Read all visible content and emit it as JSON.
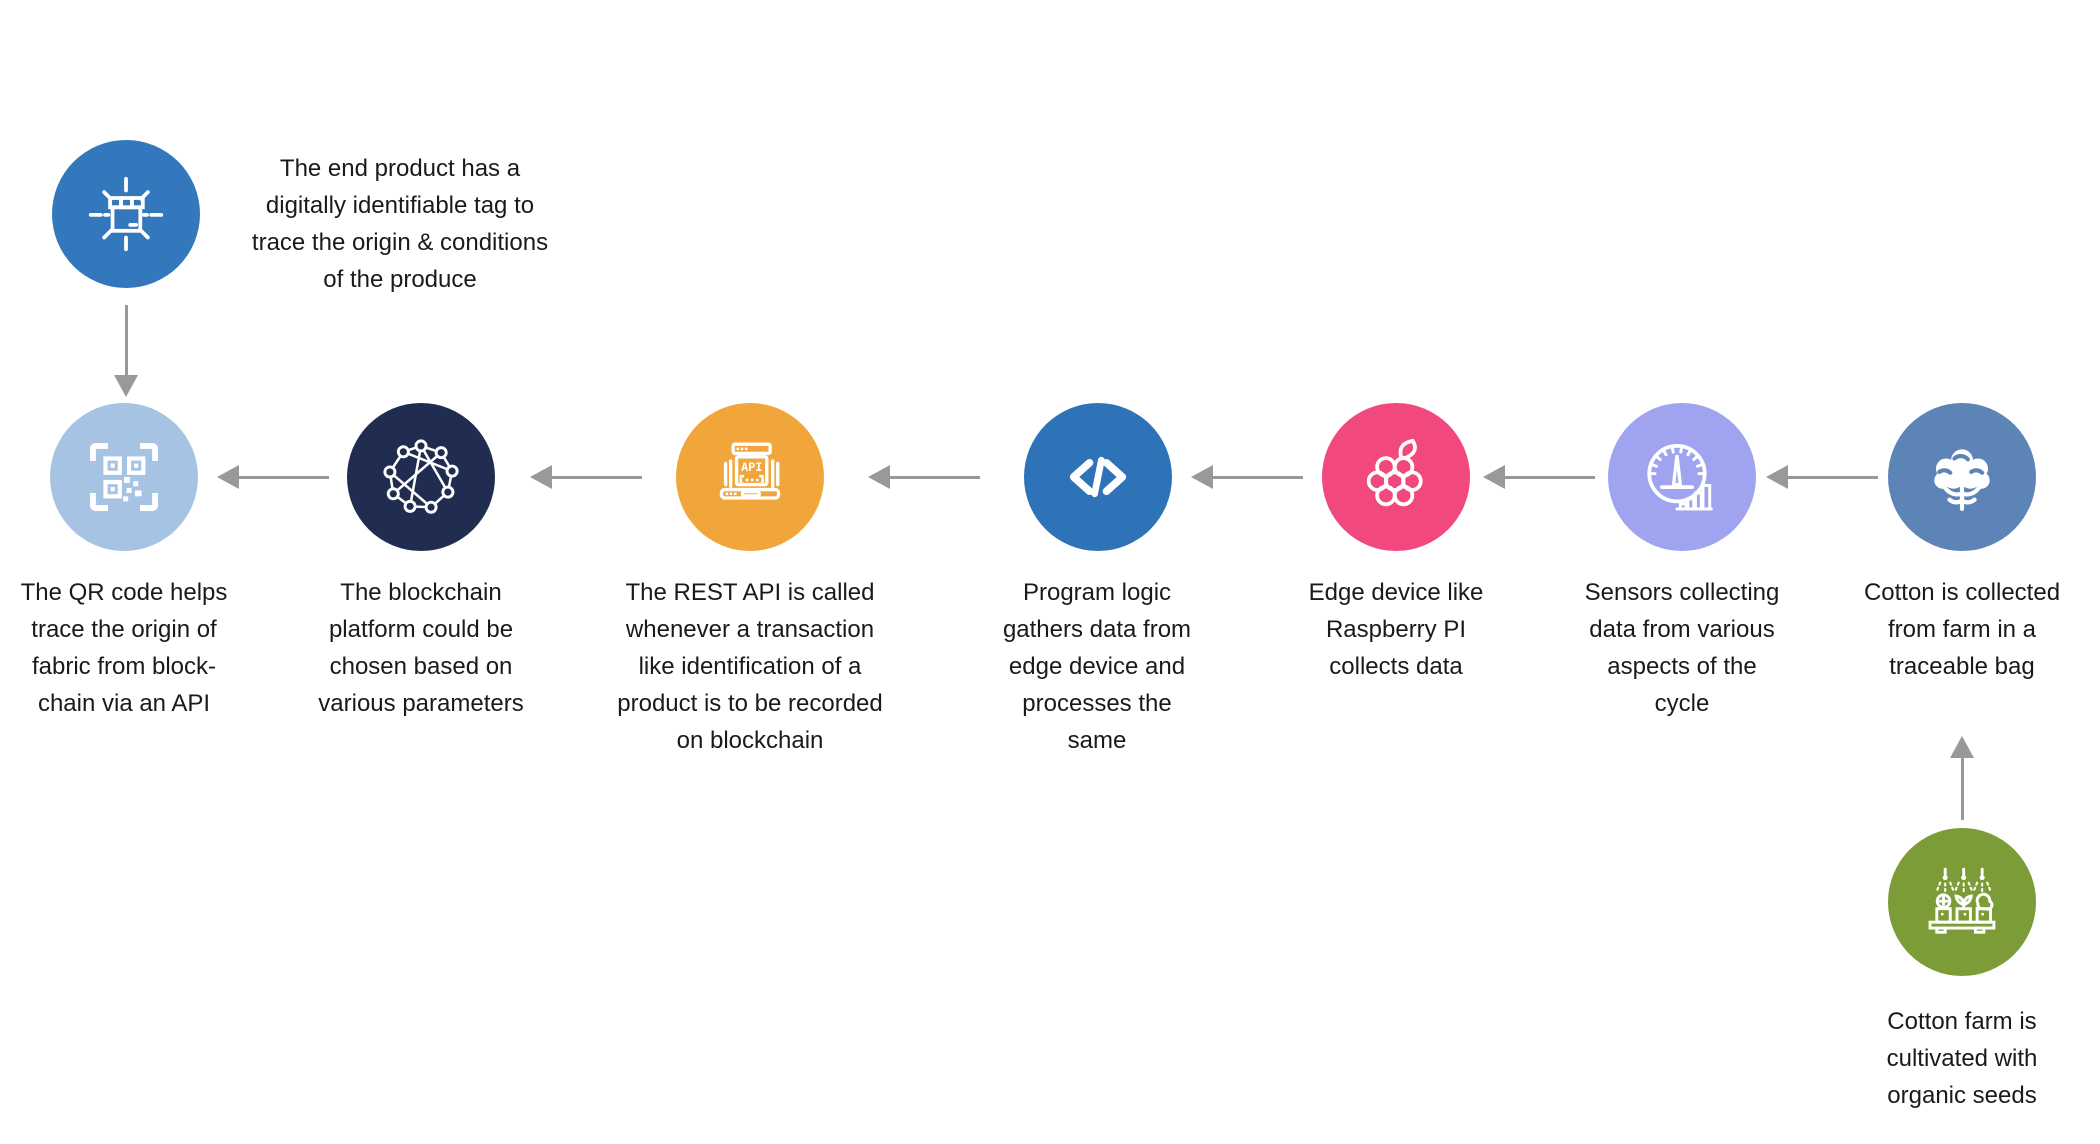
{
  "diagram": {
    "background": "#ffffff",
    "arrow_color": "#999999",
    "text_color": "#1a1a1a",
    "steps": [
      {
        "name": "end-product",
        "icon": "package-rays-icon",
        "color": "#3377BC",
        "caption": "The end product has a\ndigitally identifiable tag to\ntrace the origin & conditions\nof the produce"
      },
      {
        "name": "qr-code",
        "icon": "qr-code-icon",
        "color": "#A6C3E3",
        "caption": "The QR code helps\ntrace the origin of\nfabric from block-\nchain via an API"
      },
      {
        "name": "blockchain-platform",
        "icon": "network-icon",
        "color": "#202C50",
        "caption": "The blockchain\nplatform could be\nchosen based on\nvarious parameters"
      },
      {
        "name": "rest-api",
        "icon": "api-laptop-icon",
        "color": "#F1A63C",
        "caption": "The REST API is called\nwhenever a transaction\nlike identification of a\nproduct is to be recorded\non blockchain",
        "icon_text": "API",
        "icon_subtext": ""
      },
      {
        "name": "program-logic",
        "icon": "code-brackets-icon",
        "color": "#2E73B7",
        "caption": "Program logic\ngathers data from\nedge device and\nprocesses the\nsame"
      },
      {
        "name": "edge-device",
        "icon": "raspberry-icon",
        "color": "#F1487E",
        "caption": "Edge device like\nRaspberry PI\ncollects data"
      },
      {
        "name": "sensors",
        "icon": "gauge-chart-icon",
        "color": "#9FA3F0",
        "caption": "Sensors collecting\ndata from various\naspects of the\ncycle"
      },
      {
        "name": "cotton-collection",
        "icon": "cotton-boll-icon",
        "color": "#5C84B6",
        "caption": "Cotton is collected\nfrom farm in a\ntraceable bag"
      },
      {
        "name": "cotton-farm",
        "icon": "farm-irrigation-icon",
        "color": "#7B9C36",
        "caption": "Cotton farm is\ncultivated with\norganic seeds"
      }
    ]
  }
}
